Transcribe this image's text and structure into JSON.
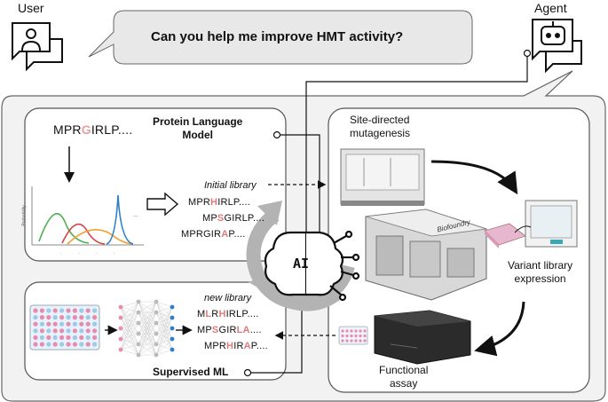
{
  "user_label": "User",
  "agent_label": "Agent",
  "prompt": "Can you help me improve HMT activity?",
  "plm": {
    "title_line1": "Protein Language",
    "title_line2": "Model",
    "seq_pre": "MPR",
    "seq_hl": "G",
    "seq_post": "IRLP....",
    "ylabel": "Probability",
    "initial_library_label": "Initial library",
    "lib": [
      [
        "MPR",
        "H",
        "IRLP...."
      ],
      [
        "MP",
        "S",
        "GIRLP...."
      ],
      [
        "MPRGIR",
        "A",
        "P...."
      ]
    ]
  },
  "sml": {
    "title": "Supervised ML",
    "new_library_label": "new library",
    "lib": [
      [
        "M",
        "L",
        "R",
        "H",
        "IRLP...."
      ],
      [
        "MP",
        "S",
        "GIR",
        "LA",
        "...."
      ],
      [
        "MPR",
        "H",
        "IR",
        "A",
        "P...."
      ]
    ]
  },
  "ai_label": "AI",
  "biofoundry": {
    "site_directed_line1": "Site-directed",
    "site_directed_line2": "mutagenesis",
    "biofoundry_label": "Biofoundry",
    "variant_line1": "Variant library",
    "variant_line2": "expression",
    "functional_line1": "Functional",
    "functional_line2": "assay"
  },
  "colors": {
    "highlight": "#e07a7a",
    "panel_border": "#555555",
    "outer_bg": "#f2f2f2",
    "cycle_arrow": "#b3b3b3",
    "green": "#4caf50",
    "red": "#d64545",
    "orange": "#f0a030",
    "blue": "#2f7fc8",
    "well_pink": "#e88bb0",
    "well_blue": "#9ec9e8"
  }
}
